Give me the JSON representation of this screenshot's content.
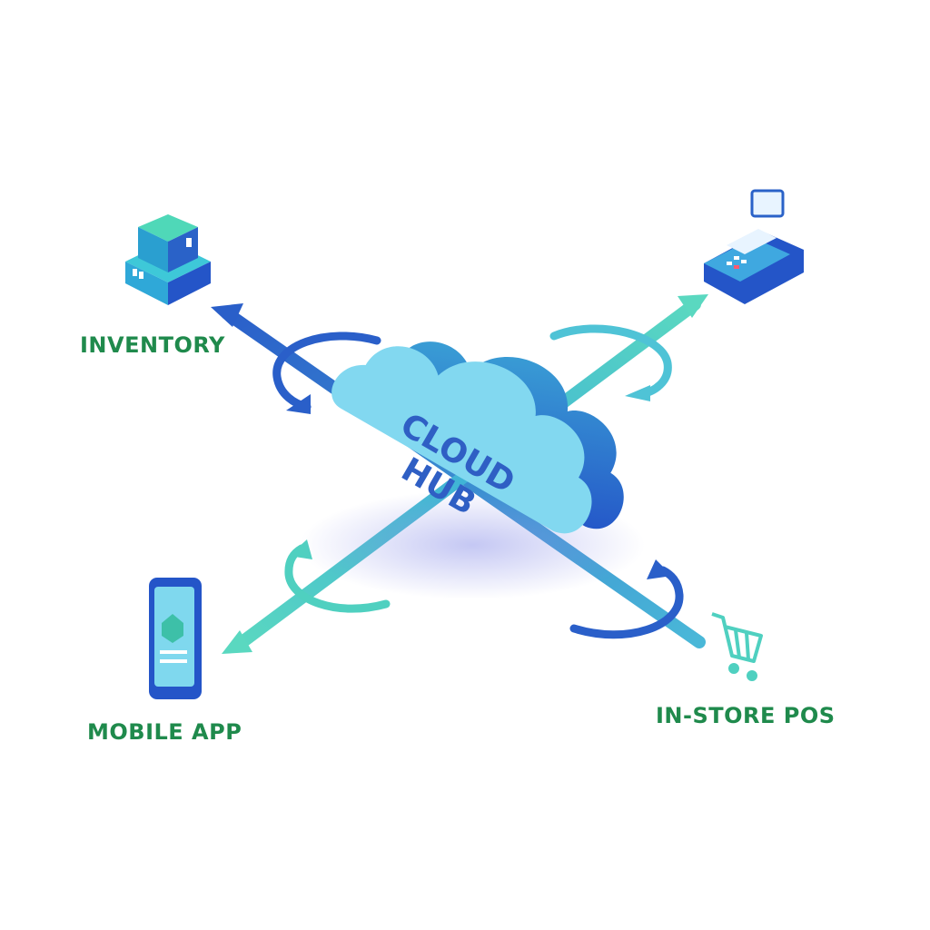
{
  "hub": {
    "line1": "CLOUD",
    "line2": "HUB"
  },
  "nodes": {
    "inventory": "INVENTORY",
    "mobile": "MOBILE APP",
    "pos": "IN-STORE POS"
  },
  "icons": {
    "inventory": "boxes-icon",
    "pos_terminal": "payment-terminal-icon",
    "mobile": "smartphone-icon",
    "cart": "shopping-cart-icon"
  },
  "colors": {
    "label_green": "#1f8a4c",
    "dark_blue": "#2a5fc9",
    "teal": "#4fd0c0",
    "cloud_light": "#82d8f0",
    "cloud_dark": "#2f7fd0"
  }
}
